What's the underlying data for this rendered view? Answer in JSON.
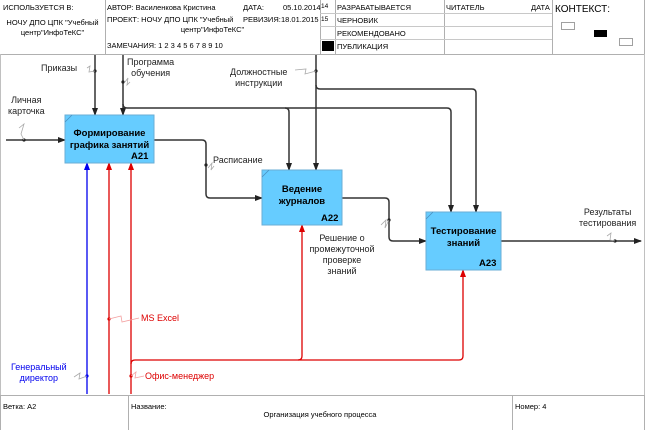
{
  "header": {
    "used_in_label": "ИСПОЛЬЗУЕТСЯ В:",
    "used_in_value_1": "НОЧУ ДПО ЦПК \"Учебный",
    "used_in_value_2": "центр\"ИнфоТеКС\"",
    "author_label": "АВТОР: Василенкова Кристина",
    "date_label": "ДАТА:",
    "date_value": "05.10.2014",
    "project_label": "ПРОЕКТ: НОЧУ ДПО ЦПК \"Учебный",
    "project_value_2": "центр\"ИнфоТеКС\"",
    "revision_label": "РЕВИЗИЯ:",
    "revision_value": "18.01.2015",
    "notes_label": "ЗАМЕЧАНИЯ: 1 2 3 4 5 6 7 8 9 10",
    "frag_14": "14",
    "frag_15": "15",
    "status": [
      "РАЗРАБАТЫВАЕТСЯ",
      "ЧЕРНОВИК",
      "РЕКОМЕНДОВАНО",
      "ПУБЛИКАЦИЯ"
    ],
    "reader_label": "ЧИТАТЕЛЬ",
    "reader_date_label": "ДАТА",
    "context_label": "КОНТЕКСТ:"
  },
  "boxes": [
    {
      "title_1": "Формирование",
      "title_2": "графика занятий",
      "number": "A21"
    },
    {
      "title_1": "Ведение",
      "title_2": "журналов",
      "number": "A22"
    },
    {
      "title_1": "Тестирование",
      "title_2": "знаний",
      "number": "A23"
    }
  ],
  "arrows": {
    "prikazy": "Приказы",
    "programma_1": "Программа",
    "programma_2": "обучения",
    "dolzhnostnye_1": "Должностные",
    "dolzhnostnye_2": "инструкции",
    "lichnaya_1": "Личная",
    "lichnaya_2": "карточка",
    "raspisanie": "Расписание",
    "reshenie_1": "Решение о",
    "reshenie_2": "промежуточной",
    "reshenie_3": "проверке",
    "reshenie_4": "знаний",
    "rezultaty_1": "Результаты",
    "rezultaty_2": "тестирования",
    "ms_excel": "MS Excel",
    "gen_dir_1": "Генеральный",
    "gen_dir_2": "директор",
    "ofis": "Офис-менеджер"
  },
  "colors": {
    "box_fill": "#66ccff",
    "arrow": "#333333",
    "mech_blue": "#0000ee",
    "mech_red": "#dd0000"
  },
  "footer": {
    "node_label": "Ветка: A2",
    "name_label": "Название:",
    "name_value": "Организация учебного процесса",
    "number_label": "Номер: 4"
  }
}
